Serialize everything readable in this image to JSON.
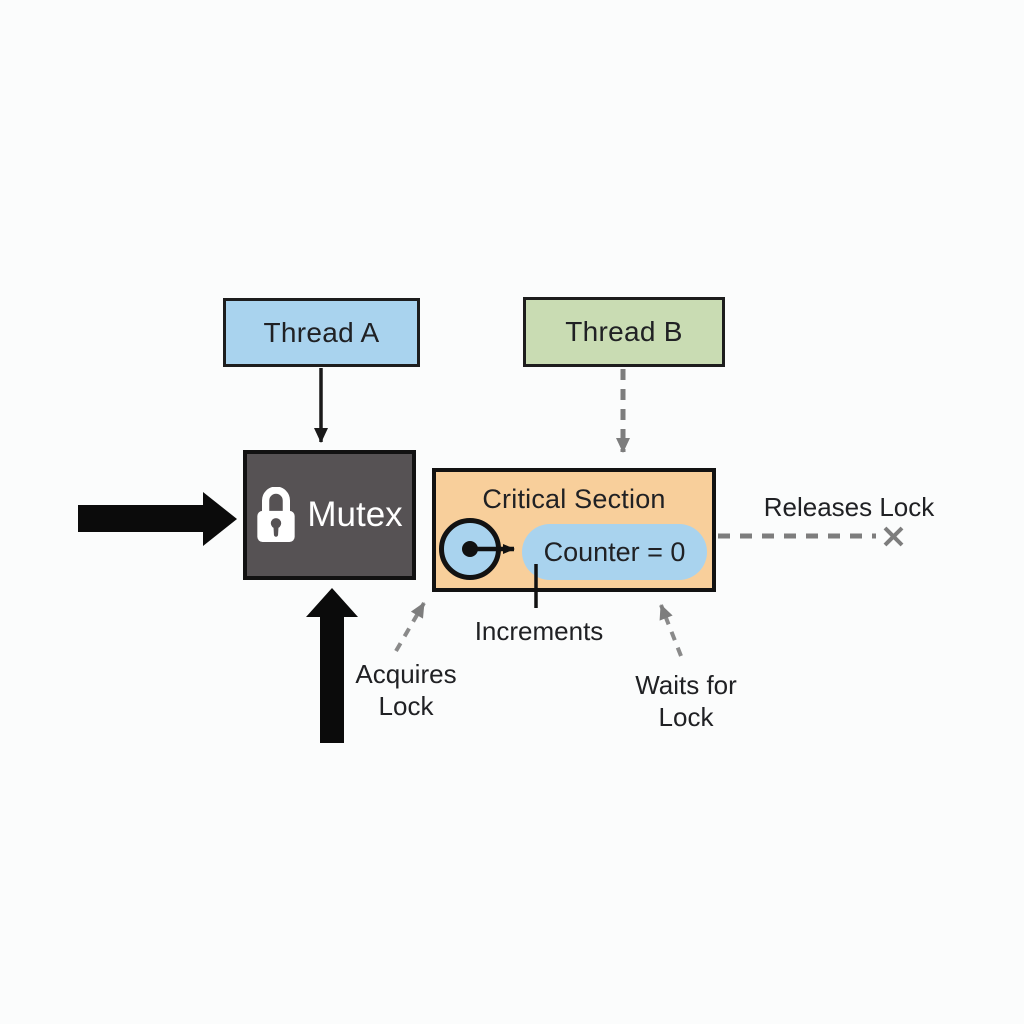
{
  "nodes": {
    "thread_a": {
      "label": "Thread A"
    },
    "thread_b": {
      "label": "Thread B"
    },
    "mutex": {
      "label": "Mutex",
      "icon": "lock-icon"
    },
    "critical_section": {
      "label": "Critical Section"
    },
    "counter": {
      "label": "Counter = 0"
    }
  },
  "labels": {
    "releases_lock": "Releases Lock",
    "increments": "Increments",
    "acquires_lock": "Acquires Lock",
    "waits_for_lock": "Waits for Lock"
  },
  "connectors": {
    "thread_a_to_mutex": {
      "style": "solid",
      "direction": "down"
    },
    "thread_b_to_critical": {
      "style": "dashed",
      "direction": "down"
    },
    "acquires_lock_arrow": {
      "style": "dashed",
      "direction": "up-right"
    },
    "waits_for_lock_arrow": {
      "style": "dashed",
      "direction": "up-left"
    },
    "releases_lock_line": {
      "style": "dashed",
      "terminator": "x-mark"
    },
    "counter_pointer": {
      "style": "solid",
      "direction": "right"
    },
    "increments_line": {
      "style": "solid"
    },
    "big_arrow_left": {
      "style": "filled",
      "direction": "right"
    },
    "big_arrow_up": {
      "style": "filled",
      "direction": "up"
    }
  },
  "colors": {
    "canvas_bg": "#fbfcfc",
    "thread_a_fill": "#a9d3ee",
    "thread_b_fill": "#c9dcb3",
    "mutex_fill": "#565254",
    "critical_fill": "#f8cf9b",
    "counter_fill": "#a9d3ee",
    "border": "#1d1d1d",
    "border_strong": "#121212",
    "label": "#202124",
    "dash_gray": "#7d7d7d",
    "arrow_black": "#0b0b0b"
  }
}
